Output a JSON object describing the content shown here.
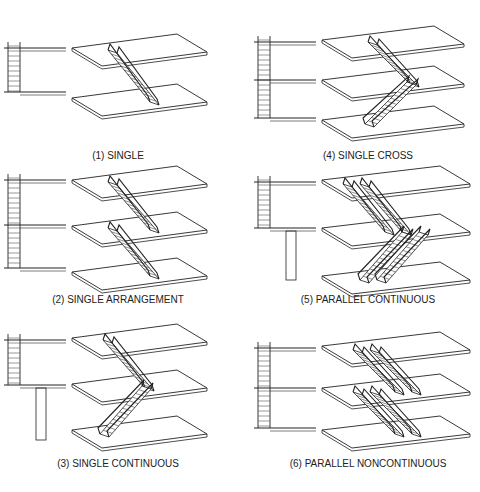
{
  "diagram": {
    "labels": [
      "(1) SINGLE",
      "(4) SINGLE CROSS",
      "(2) SINGLE ARRANGEMENT",
      "(5) PARALLEL CONTINUOUS",
      "(3) SINGLE CONTINUOUS",
      "(6) PARALLEL NONCONTINUOUS"
    ]
  }
}
